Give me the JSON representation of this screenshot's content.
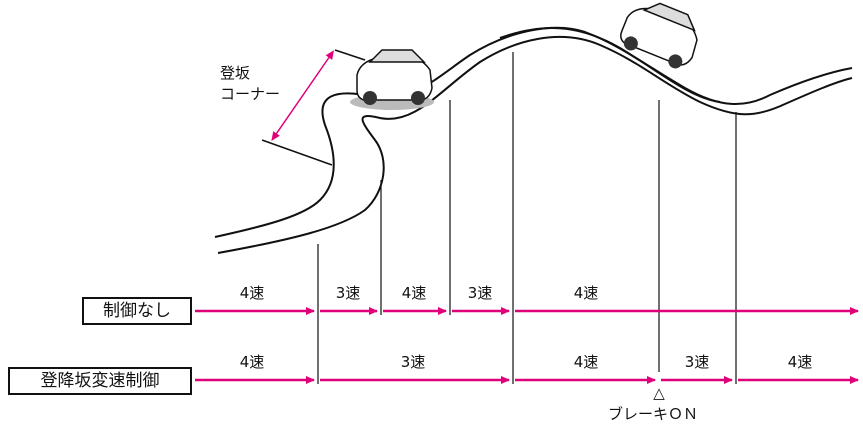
{
  "slope_label": {
    "line1": "登坂",
    "line2": "コーナー"
  },
  "rows": [
    {
      "label": "制御なし",
      "segments": [
        "4速",
        "3速",
        "4速",
        "3速",
        "4速"
      ]
    },
    {
      "label": "登降坂変速制御",
      "segments": [
        "4速",
        "3速",
        "4速",
        "3速",
        "4速"
      ]
    }
  ],
  "brake_marker": {
    "symbol": "△",
    "label": "ブレーキＯＮ"
  },
  "colors": {
    "arrow": "#e0007a",
    "line": "#111111"
  }
}
